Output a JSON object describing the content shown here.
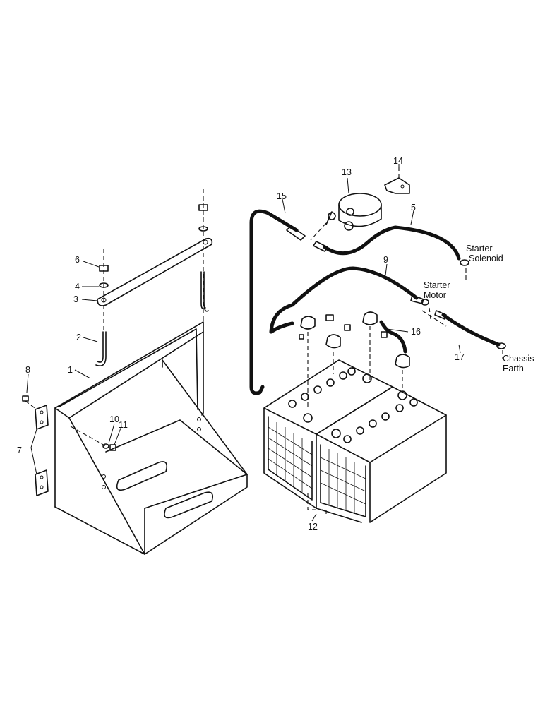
{
  "diagram": {
    "callouts": [
      "1",
      "2",
      "3",
      "4",
      "6",
      "7",
      "8",
      "10",
      "11",
      "12",
      "13",
      "14",
      "15",
      "5",
      "9",
      "16",
      "17"
    ],
    "labels": {
      "starter_solenoid": [
        "Starter",
        "Solenoid"
      ],
      "starter_motor": [
        "Starter",
        "Motor"
      ],
      "chassis_earth": [
        "Chassis",
        "Earth"
      ]
    }
  }
}
